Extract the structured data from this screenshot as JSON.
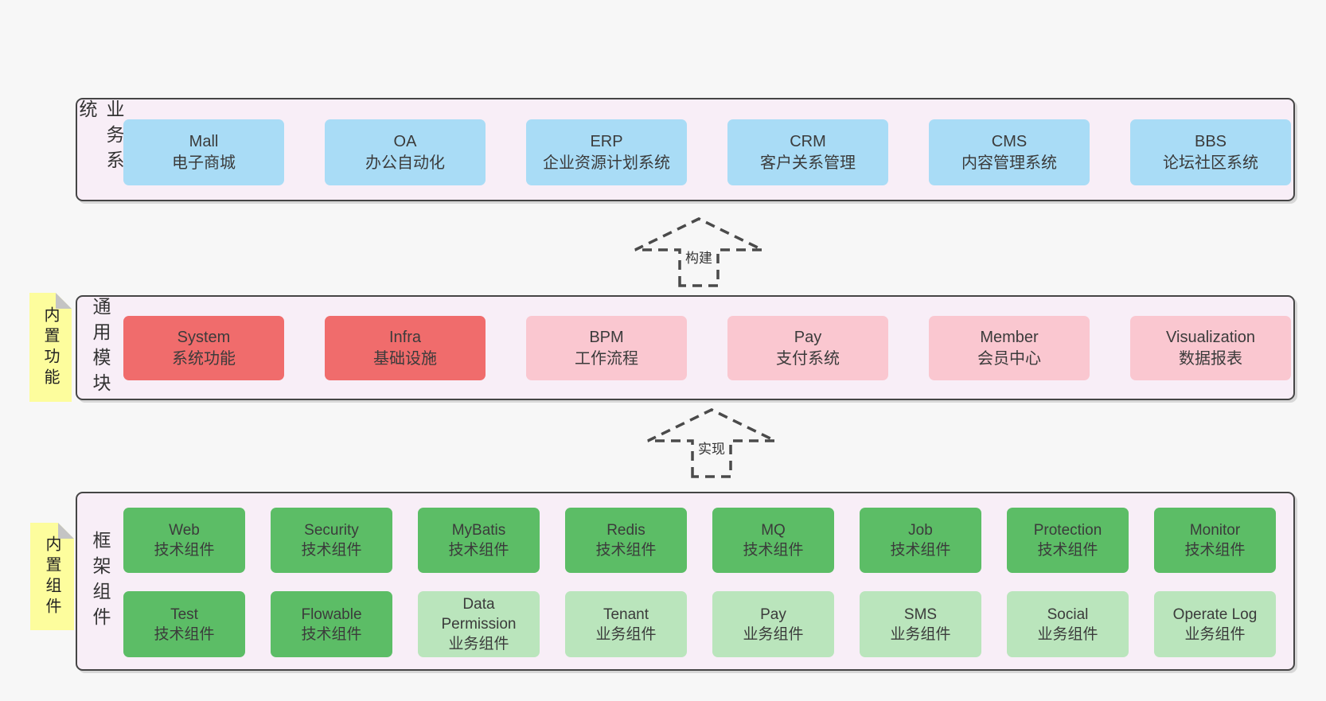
{
  "palette": {
    "page_background": "#f7f7f7",
    "container_fill": "#f8eef7",
    "container_border": "#454545",
    "business_blue": "#a9dcf6",
    "core_red": "#f06c6c",
    "module_pink": "#fac7d0",
    "tech_green": "#5cbd66",
    "biz_light_green": "#bae5bc",
    "sticky_yellow": "#fdfd9d",
    "sticky_fold_gray": "#c4c4c4",
    "text": "#3d3d3d",
    "arrow_stroke": "#4a4a4a"
  },
  "layers": [
    {
      "label": "业务系统",
      "boxes": [
        {
          "en": "Mall",
          "zh": "电子商城"
        },
        {
          "en": "OA",
          "zh": "办公自动化"
        },
        {
          "en": "ERP",
          "zh": "企业资源计划系统"
        },
        {
          "en": "CRM",
          "zh": "客户关系管理"
        },
        {
          "en": "CMS",
          "zh": "内容管理系统"
        },
        {
          "en": "BBS",
          "zh": "论坛社区系统"
        }
      ]
    },
    {
      "label": "通用模块",
      "sticky": "内置功能",
      "boxes": [
        {
          "en": "System",
          "zh": "系统功能"
        },
        {
          "en": "Infra",
          "zh": "基础设施"
        },
        {
          "en": "BPM",
          "zh": "工作流程"
        },
        {
          "en": "Pay",
          "zh": "支付系统"
        },
        {
          "en": "Member",
          "zh": "会员中心"
        },
        {
          "en": "Visualization",
          "zh": "数据报表"
        }
      ]
    },
    {
      "label": "框架组件",
      "sticky": "内置组件",
      "rows": [
        [
          {
            "en": "Web",
            "zh": "技术组件"
          },
          {
            "en": "Security",
            "zh": "技术组件"
          },
          {
            "en": "MyBatis",
            "zh": "技术组件"
          },
          {
            "en": "Redis",
            "zh": "技术组件"
          },
          {
            "en": "MQ",
            "zh": "技术组件"
          },
          {
            "en": "Job",
            "zh": "技术组件"
          },
          {
            "en": "Protection",
            "zh": "技术组件"
          },
          {
            "en": "Monitor",
            "zh": "技术组件"
          }
        ],
        [
          {
            "en": "Test",
            "zh": "技术组件"
          },
          {
            "en": "Flowable",
            "zh": "技术组件"
          },
          {
            "en": "Data Permission",
            "zh": "业务组件"
          },
          {
            "en": "Tenant",
            "zh": "业务组件"
          },
          {
            "en": "Pay",
            "zh": "业务组件"
          },
          {
            "en": "SMS",
            "zh": "业务组件"
          },
          {
            "en": "Social",
            "zh": "业务组件"
          },
          {
            "en": "Operate Log",
            "zh": "业务组件"
          }
        ]
      ]
    }
  ],
  "arrows": [
    {
      "label": "构建"
    },
    {
      "label": "实现"
    }
  ]
}
